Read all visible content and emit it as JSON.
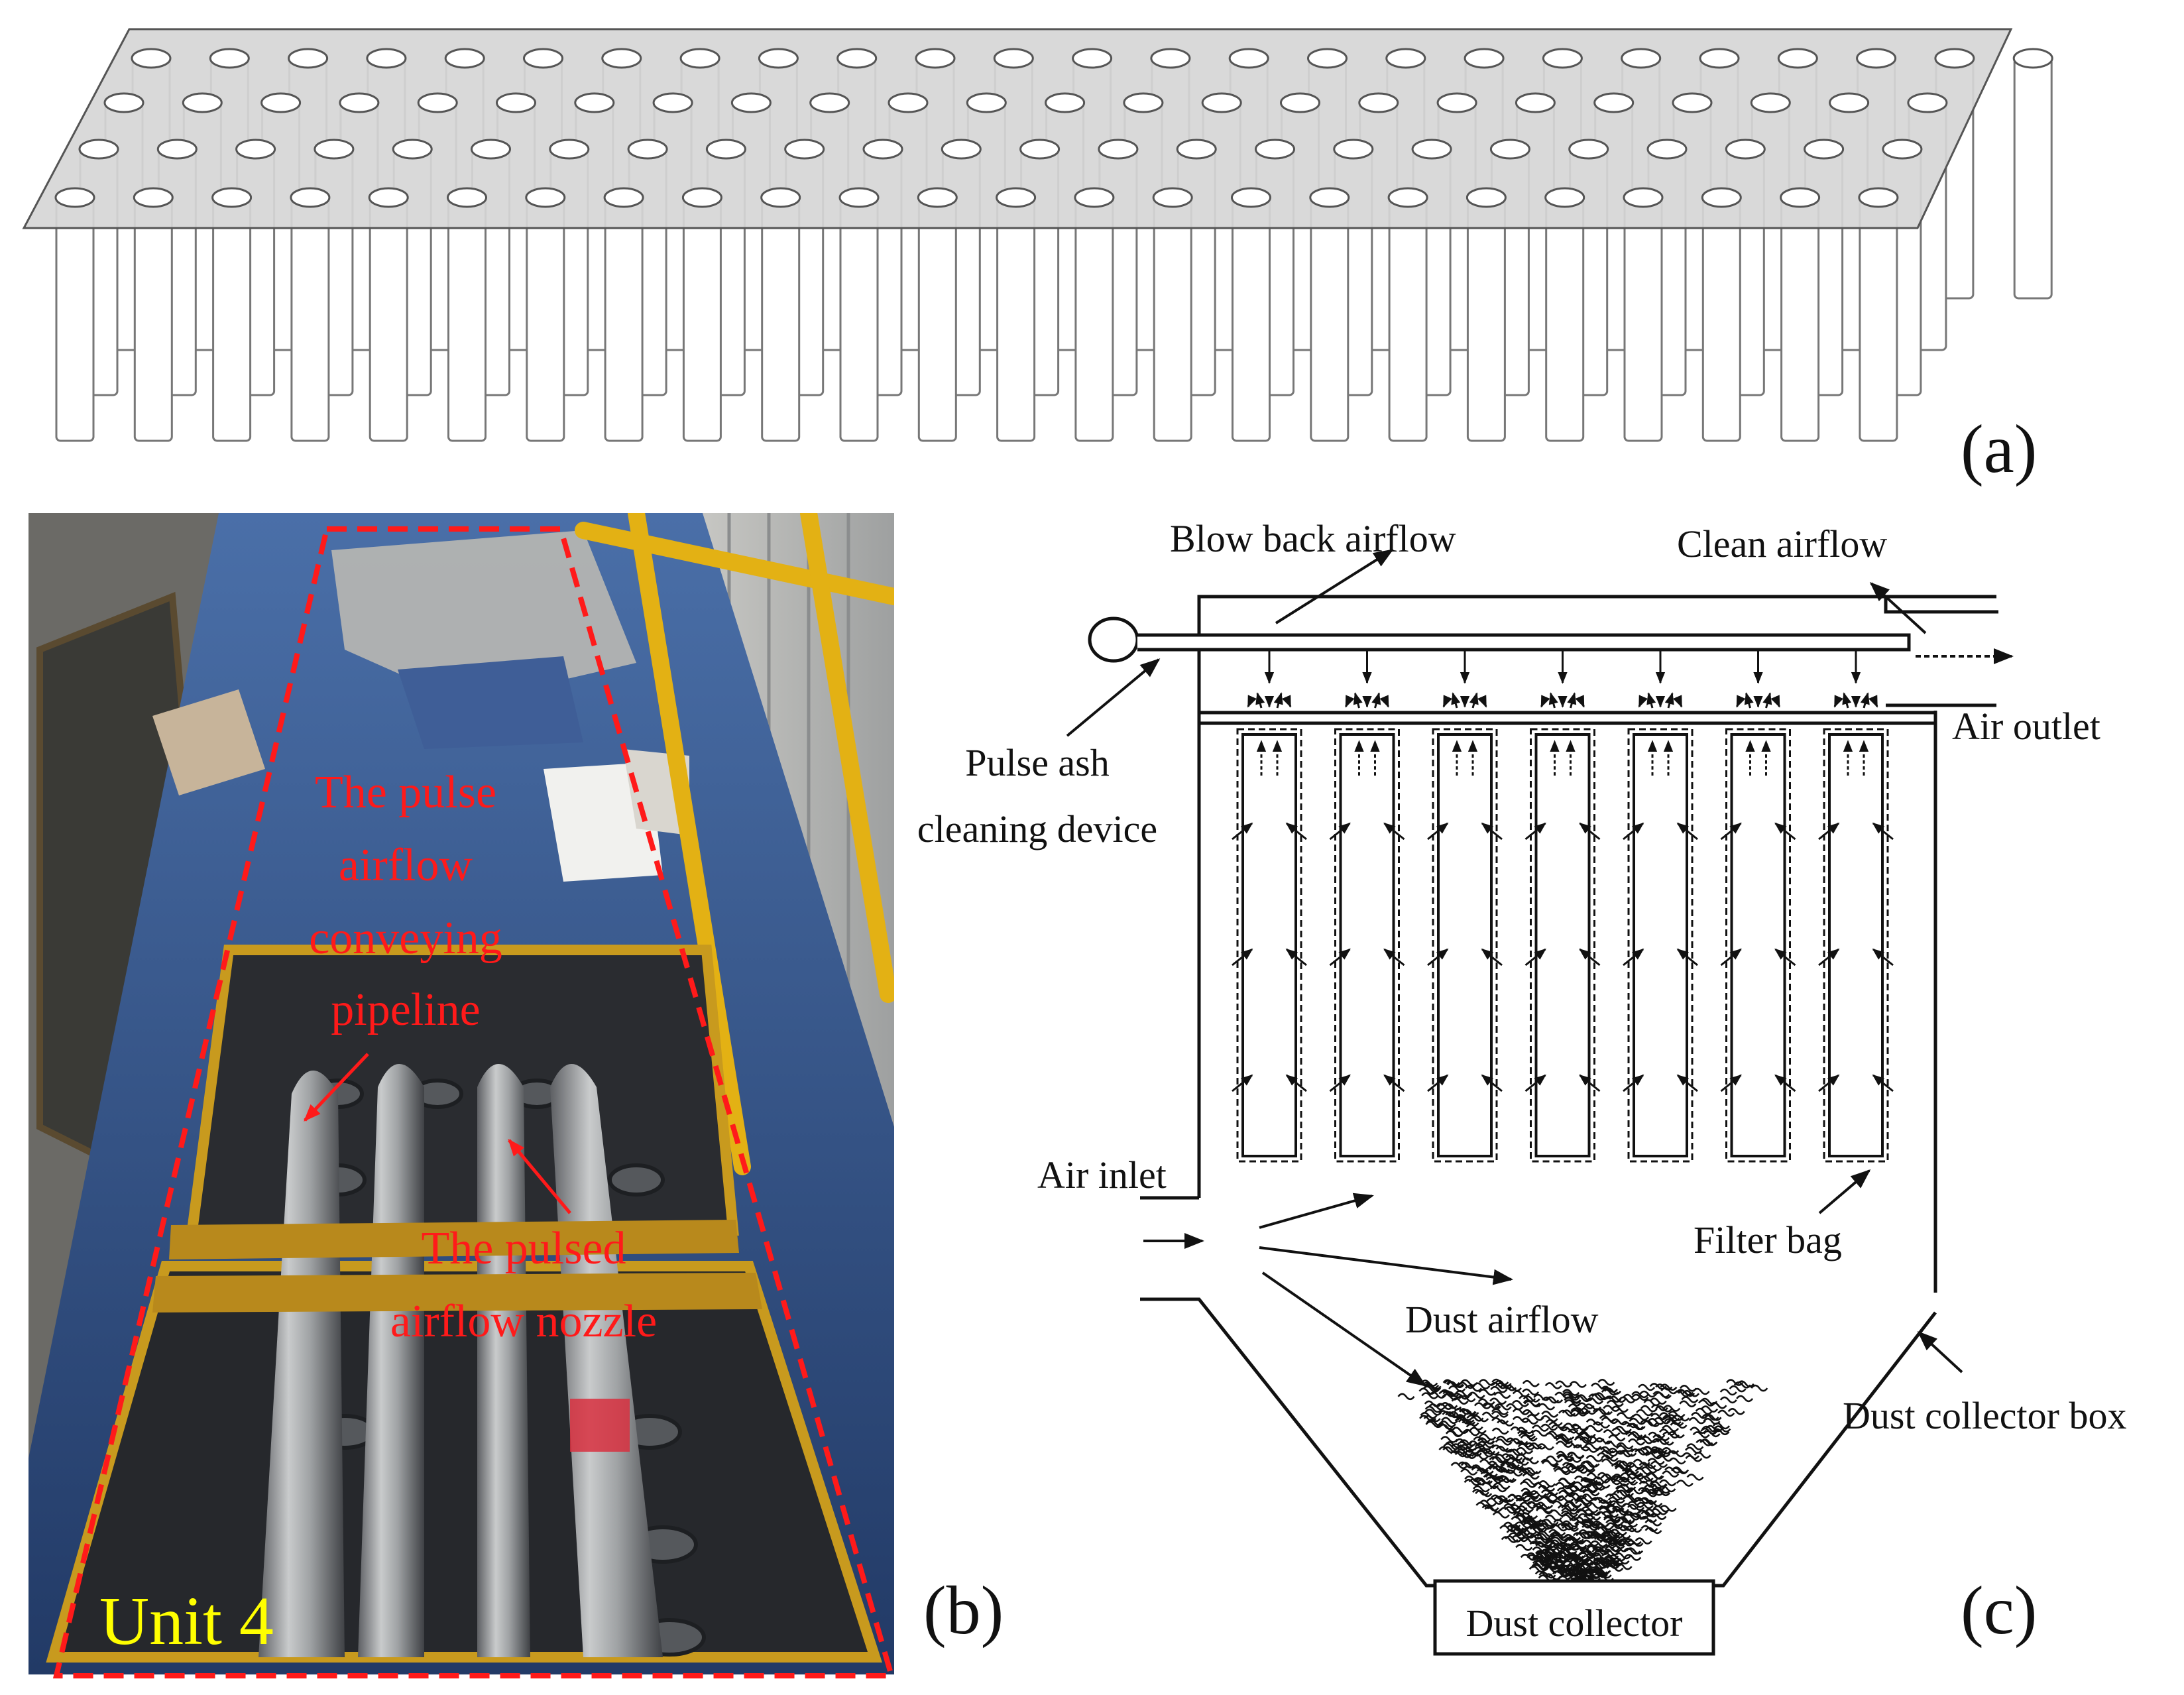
{
  "panels": {
    "a": {
      "label": "(a)",
      "rows": [
        {
          "count": 25
        },
        {
          "count": 24
        },
        {
          "count": 24
        },
        {
          "count": 24
        }
      ]
    },
    "b": {
      "label": "(b)",
      "annotations": {
        "pipeline": [
          "The pulse",
          "airflow",
          "conveying",
          "pipeline"
        ],
        "nozzle": [
          "The pulsed",
          "airflow nozzle"
        ],
        "unit": "Unit 4"
      },
      "colors": {
        "annotation": "#ff1a1a",
        "unit_label": "#ffff00",
        "dashed_outline": "#ff1a1a"
      }
    },
    "c": {
      "label": "(c)",
      "filter_bag_count": 7,
      "labels": {
        "blow_back": "Blow back airflow",
        "clean_airflow": "Clean airflow",
        "pulse_device": [
          "Pulse ash",
          "cleaning device"
        ],
        "air_outlet": "Air outlet",
        "air_inlet": "Air inlet",
        "filter_bag": "Filter bag",
        "dust_airflow": "Dust airflow",
        "collector_box": "Dust collector box",
        "collector": "Dust collector"
      }
    }
  }
}
